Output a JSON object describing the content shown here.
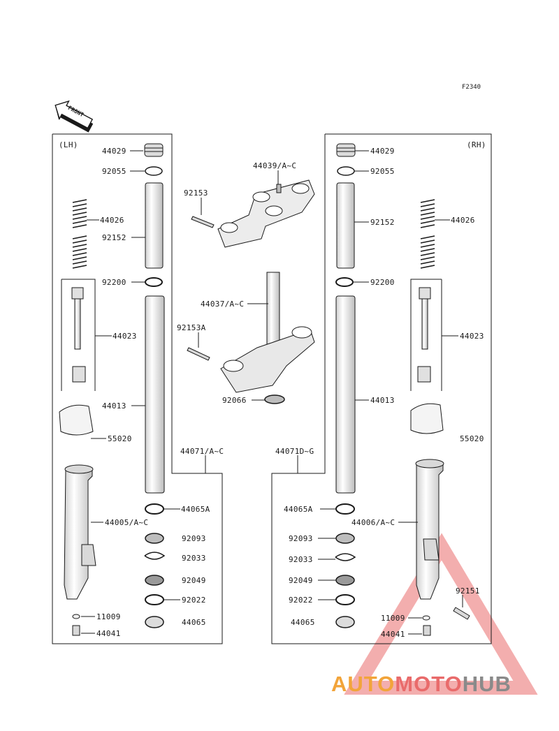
{
  "diagram_code": "F2340",
  "front_arrow": "FRONT",
  "sides": {
    "left": "(LH)",
    "right": "(RH)"
  },
  "labels": {
    "l44029": "44029",
    "l92055": "92055",
    "l44026": "44026",
    "l92152": "92152",
    "l92200": "92200",
    "l44023": "44023",
    "l44013": "44013",
    "l55020": "55020",
    "l44005": "44005/A~C",
    "l11009": "11009",
    "l44041": "44041",
    "l44071ac": "44071/A~C",
    "l44065a": "44065A",
    "l92093": "92093",
    "l92033": "92033",
    "l92049": "92049",
    "l92022": "92022",
    "l44065": "44065",
    "c44039": "44039/A~C",
    "c92153": "92153",
    "c44037": "44037/A~C",
    "c92153a": "92153A",
    "c92066": "92066",
    "r44029": "44029",
    "r92055": "92055",
    "r92152": "92152",
    "r44026": "44026",
    "r92200": "92200",
    "r44023": "44023",
    "r44013": "44013",
    "r55020": "55020",
    "r44071dg": "44071D~G",
    "r44065a": "44065A",
    "r44006": "44006/A~C",
    "r92093": "92093",
    "r92033": "92033",
    "r92049": "92049",
    "r92151": "92151",
    "r92022": "92022",
    "r11009": "11009",
    "r44065": "44065",
    "r44041": "44041"
  },
  "watermark": {
    "part1": "AUTO",
    "part2": "MOTO",
    "part3": "HUB"
  },
  "colors": {
    "line": "#1a1a1a",
    "part_fill": "#f2f2f2",
    "part_shade": "#8a8a8a",
    "wm_orange": "#f2a43a",
    "wm_red": "#e96b6b",
    "wm_gray": "#8a8a8a"
  }
}
